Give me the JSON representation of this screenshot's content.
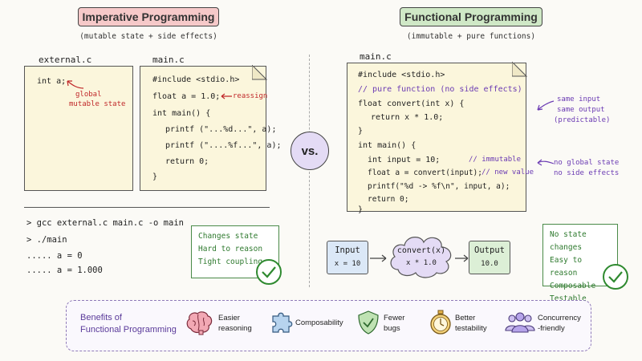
{
  "imperative": {
    "title": "Imperative Programming",
    "subtitle": "(mutable state + side effects)",
    "external_file": "external.c",
    "external_code": "int a;",
    "external_note_1": "global",
    "external_note_2": "mutable state",
    "main_file": "main.c",
    "main_line_1": "#include <stdio.h>",
    "main_line_2": "float a = 1.0;",
    "main_line_2_note": "reassign",
    "main_line_3": "int main() {",
    "main_line_4": "printf (\"...%d...\", a);",
    "main_line_5": "printf (\"....%f...\", a);",
    "main_line_6": "return 0;",
    "main_line_7": "}",
    "terminal": [
      "> gcc external.c main.c -o main",
      "> ./main",
      "..... a = 0",
      "..... a = 1.000"
    ],
    "traits": [
      "Changes state",
      "Hard to reason",
      "Tight coupling"
    ]
  },
  "vs_label": "vs.",
  "functional": {
    "title": "Functional Programming",
    "subtitle": "(immutable + pure functions)",
    "file": "main.c",
    "line_1": "#include <stdio.h>",
    "line_2": "// pure function (no side effects)",
    "line_3": "float convert(int x) {",
    "line_4": "return x * 1.0;",
    "line_5": "}",
    "line_6": "int main() {",
    "line_7": "int input = 10;",
    "line_7_comment": "// immutable",
    "line_8": "float a = convert(input);",
    "line_8_comment": "// new value",
    "line_9": "printf(\"%d -> %f\\n\", input, a);",
    "line_10": "return 0;",
    "line_11": "}",
    "note_a": [
      "same input",
      "same output",
      "(predictable)"
    ],
    "note_b": [
      "no global state",
      "no side effects"
    ],
    "flow": {
      "input_label": "Input",
      "input_value": "x = 10",
      "func_label": "convert(x)",
      "func_value": "x * 1.0",
      "output_label": "Output",
      "output_value": "10.0"
    },
    "traits": [
      "No state changes",
      "Easy to reason",
      "Composable",
      "Testable"
    ]
  },
  "benefits": {
    "title_1": "Benefits of",
    "title_2": "Functional Programming",
    "items": [
      {
        "icon": "brain-icon",
        "l1": "Easier",
        "l2": "reasoning"
      },
      {
        "icon": "puzzle-icon",
        "l1": "Composability",
        "l2": ""
      },
      {
        "icon": "shield-check-icon",
        "l1": "Fewer",
        "l2": "bugs"
      },
      {
        "icon": "stopwatch-icon",
        "l1": "Better",
        "l2": "testability"
      },
      {
        "icon": "people-icon",
        "l1": "Concurrency",
        "l2": "-friendly"
      }
    ]
  }
}
